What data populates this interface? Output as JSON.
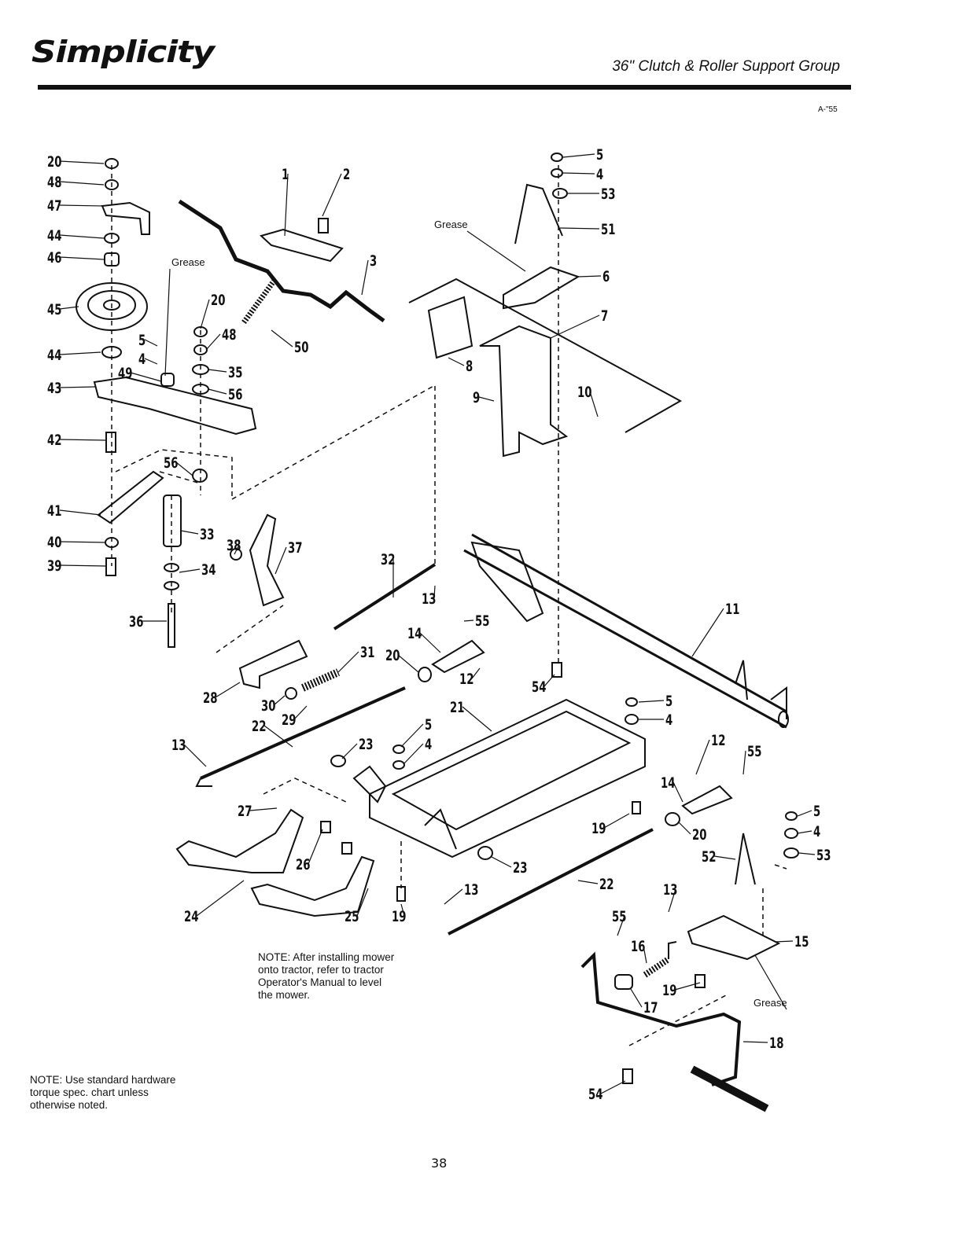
{
  "header": {
    "brand": "Simplicity",
    "title": "36\" Clutch & Roller Support Group",
    "ref_code": "A-\"55"
  },
  "callouts": [
    "20",
    "48",
    "47",
    "44",
    "46",
    "45",
    "44",
    "43",
    "42",
    "41",
    "40",
    "39",
    "36",
    "1",
    "2",
    "3",
    "Grease",
    "20",
    "48",
    "50",
    "5",
    "4",
    "49",
    "35",
    "56",
    "56",
    "33",
    "34",
    "38",
    "37",
    "32",
    "13",
    "55",
    "14",
    "20",
    "31",
    "12",
    "54",
    "28",
    "30",
    "29",
    "22",
    "21",
    "13",
    "23",
    "5",
    "4",
    "27",
    "26",
    "24",
    "25",
    "19",
    "13",
    "23",
    "22",
    "19",
    "20",
    "14",
    "12",
    "55",
    "5",
    "4",
    "11",
    "5",
    "4",
    "53",
    "51",
    "Grease",
    "6",
    "7",
    "8",
    "9",
    "10",
    "5",
    "4",
    "53",
    "52",
    "15",
    "Grease",
    "13",
    "55",
    "16",
    "17",
    "19",
    "18",
    "54"
  ],
  "notes": {
    "install": [
      "NOTE: After installing mower",
      "onto tractor, refer to tractor",
      "Operator's Manual to level",
      "the mower."
    ],
    "hardware": [
      "NOTE: Use standard hardware",
      "torque spec. chart unless",
      "otherwise noted."
    ]
  },
  "page_number": "38"
}
